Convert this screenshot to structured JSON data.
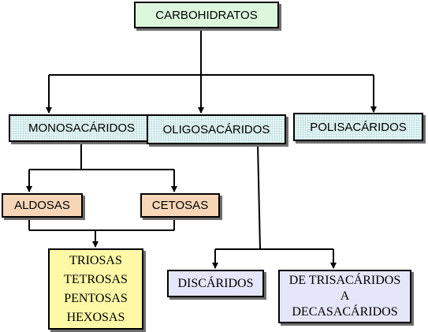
{
  "nodes": {
    "root": "CARBOHIDRATOS",
    "monosacaridos": "MONOSACÁRIDOS",
    "oligosacaridos": "OLIGOSACÁRIDOS",
    "polisacaridos": "POLISACÁRIDOS",
    "aldosas": "ALDOSAS",
    "cetosas": "CETOSAS",
    "tipos_monosacaridos": [
      "TRIOSAS",
      "TETROSAS",
      "PENTOSAS",
      "HEXOSAS"
    ],
    "discaridos": "DISCÁRIDOS",
    "trisacaridos": [
      "DE TRISACÁRIDOS",
      "A",
      "DECASACÁRIDOS"
    ]
  },
  "colors": {
    "root_fill": "#ddf7dd",
    "class_fill": "#e8f7f7",
    "sugar_type_fill": "#f7d6b8",
    "list_fill": "#fdf8a6",
    "oligo_sub_fill": "#e6e6fa",
    "line": "#000000",
    "shadow": "#6e6e6e"
  }
}
